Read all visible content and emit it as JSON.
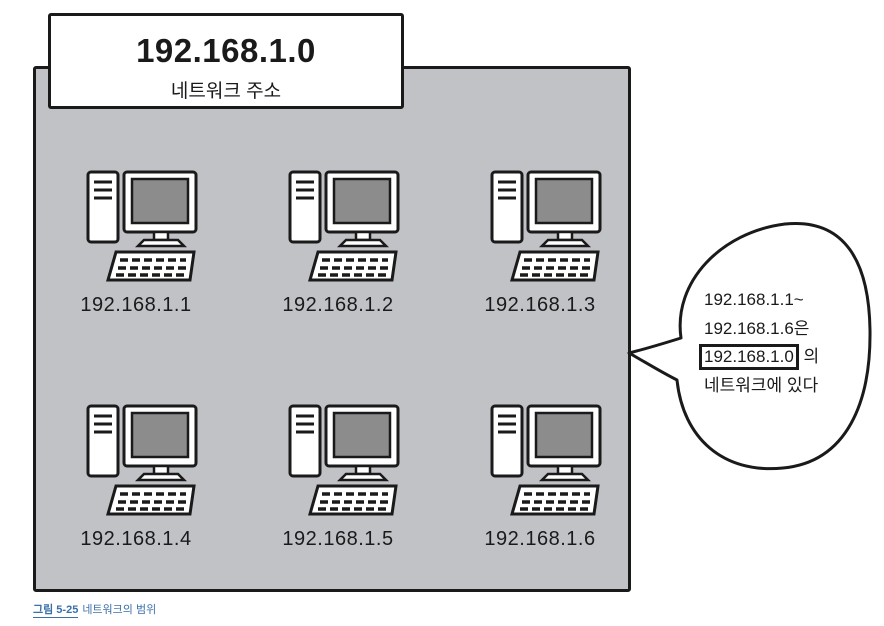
{
  "header": {
    "address": "192.168.1.0",
    "label": "네트워크 주소"
  },
  "computers": [
    {
      "ip": "192.168.1.1"
    },
    {
      "ip": "192.168.1.2"
    },
    {
      "ip": "192.168.1.3"
    },
    {
      "ip": "192.168.1.4"
    },
    {
      "ip": "192.168.1.5"
    },
    {
      "ip": "192.168.1.6"
    }
  ],
  "bubble": {
    "line1": "192.168.1.1~",
    "line2": "192.168.1.6은",
    "line3_boxed": "192.168.1.0",
    "line3_suffix": "의",
    "line4": "네트워크에 있다"
  },
  "caption": {
    "number": "그림 5-25",
    "text": "네트워크의 범위"
  },
  "colors": {
    "network_fill": "#c1c2c6",
    "outline": "#1a1a1a",
    "caption_blue": "#3a6fa8",
    "screen_fill": "#8c8c8c"
  }
}
